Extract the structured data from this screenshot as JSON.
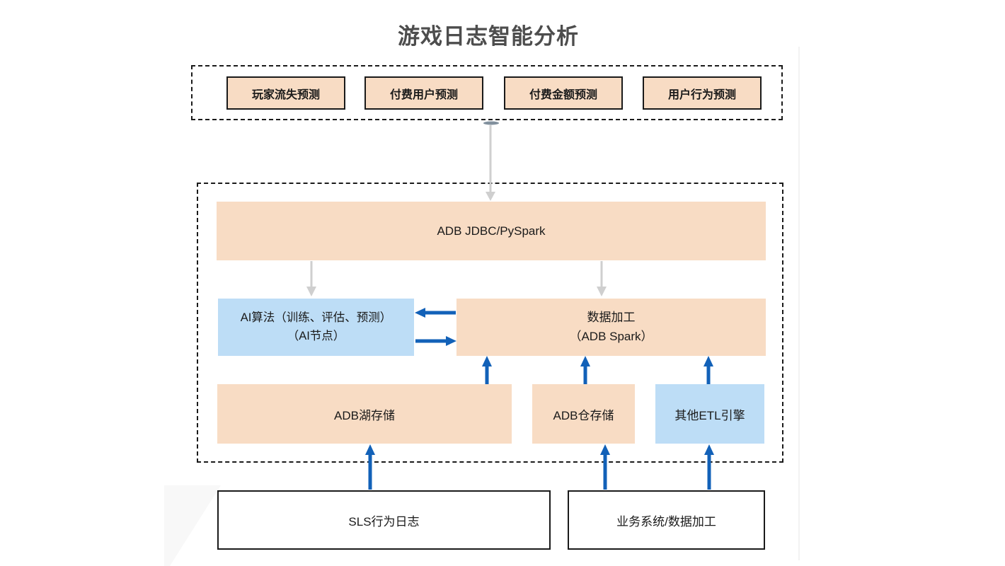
{
  "title": "游戏日志智能分析",
  "prediction_group": {
    "items": [
      {
        "label": "玩家流失预测"
      },
      {
        "label": "付费用户预测"
      },
      {
        "label": "付费金额预测"
      },
      {
        "label": "用户行为预测"
      }
    ]
  },
  "platform_group": {
    "adb_jdbc_label": "ADB JDBC/PySpark",
    "ai_algo_line1": "AI算法（训练、评估、预测）",
    "ai_algo_line2": "（AI节点）",
    "data_processing_line1": "数据加工",
    "data_processing_line2": "（ADB Spark）",
    "lake_storage_label": "ADB湖存储",
    "warehouse_storage_label": "ADB仓存储",
    "other_etl_label": "其他ETL引擎"
  },
  "sources": {
    "sls_label": "SLS行为日志",
    "business_label": "业务系统/数据加工"
  },
  "colors": {
    "peach_fill": "#F8DCC4",
    "blue_fill": "#BDDDF6",
    "arrow_blue": "#1261B8",
    "arrow_gray": "#CFCFCF",
    "border_dark": "#1A1A1A",
    "title_gray": "#4D4D4D"
  }
}
